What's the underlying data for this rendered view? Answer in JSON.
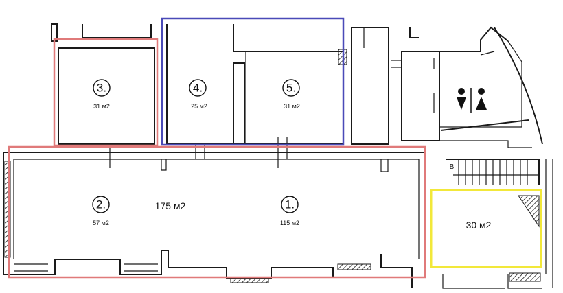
{
  "colors": {
    "red": "#e07a7a",
    "blue": "#4a4ab8",
    "yellow": "#f2e83a",
    "wall": "#1a1a1a"
  },
  "rooms": {
    "r1": {
      "number": "1.",
      "area": "115 м2"
    },
    "r2": {
      "number": "2.",
      "area": "57 м2"
    },
    "r3": {
      "number": "3.",
      "area": "31 м2"
    },
    "r4": {
      "number": "4.",
      "area": "25 м2"
    },
    "r5": {
      "number": "5.",
      "area": "31 м2"
    },
    "hall_total": "175 м2",
    "yellow_room": "30 м2"
  },
  "stairs_label": "В",
  "icons": [
    "male-icon",
    "female-icon"
  ]
}
